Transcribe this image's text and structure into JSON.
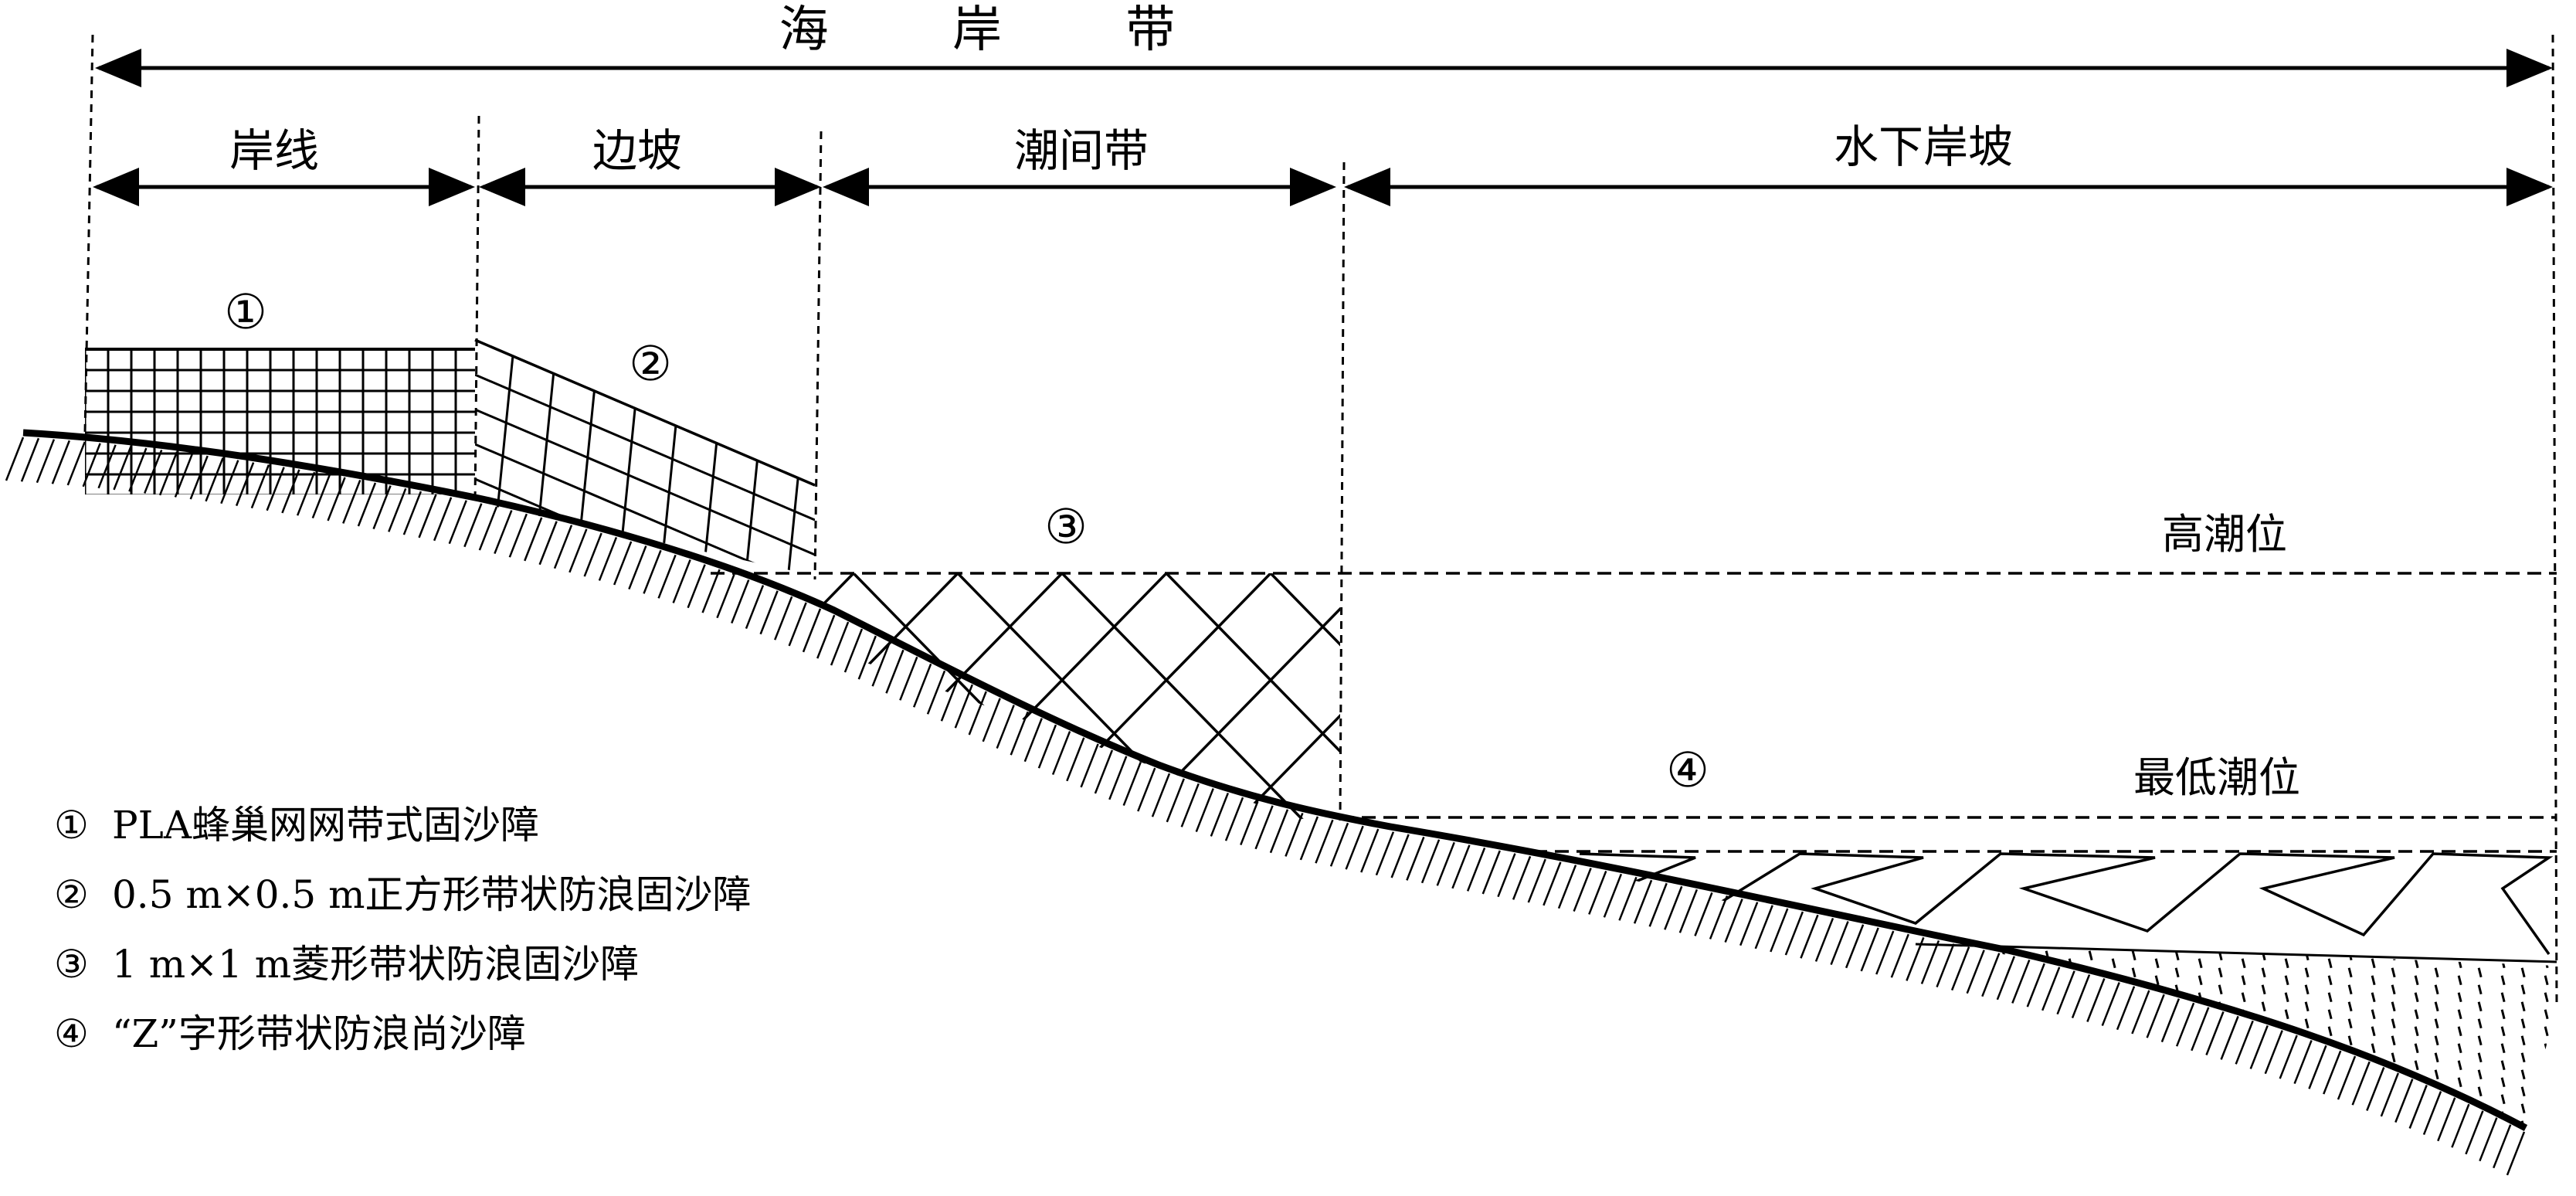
{
  "title": "海 岸 带",
  "zones": {
    "shoreline": "岸线",
    "slope": "边坡",
    "intertidal": "潮间带",
    "underwater_slope": "水下岸坡"
  },
  "markers": {
    "m1": "①",
    "m2": "②",
    "m3": "③",
    "m4": "④"
  },
  "levels": {
    "high_tide": "高潮位",
    "lowest_tide": "最低潮位"
  },
  "legend": [
    {
      "marker": "①",
      "text": "PLA蜂巢网网带式固沙障"
    },
    {
      "marker": "②",
      "text": "0.5 m×0.5 m正方形带状防浪固沙障"
    },
    {
      "marker": "③",
      "text": "1 m×1 m菱形带状防浪固沙障"
    },
    {
      "marker": "④",
      "text": "“Z”字形带状防浪尚沙障"
    }
  ]
}
